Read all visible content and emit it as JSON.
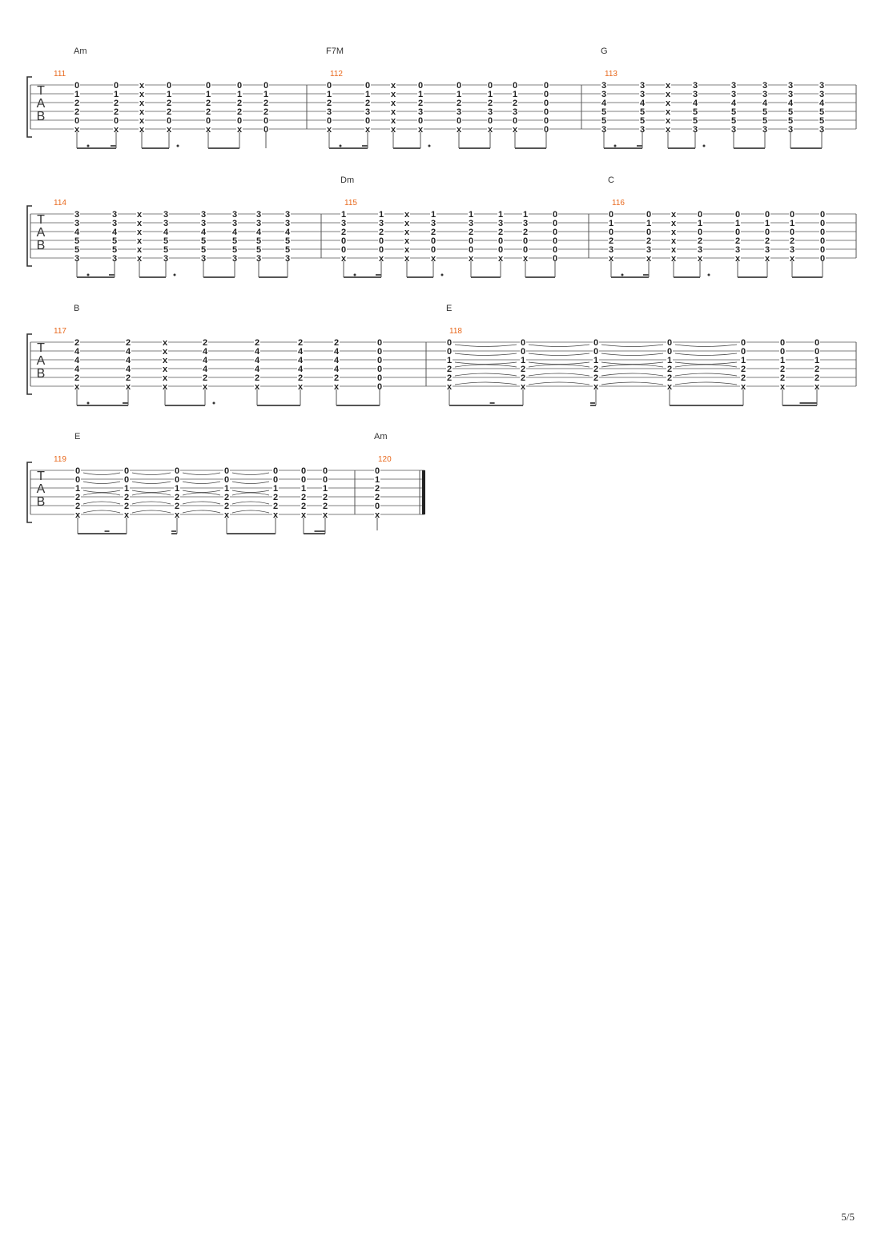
{
  "page": {
    "page_number": "5/5"
  },
  "tab_label": [
    "T",
    "A",
    "B"
  ],
  "systems": [
    {
      "bars": [
        {
          "number": "111",
          "chord": "Am",
          "beams": "std",
          "cols": [
            [
              "0",
              "1",
              "2",
              "2",
              "0",
              "x"
            ],
            [
              "0",
              "1",
              "2",
              "2",
              "0",
              "x"
            ],
            [
              "x",
              "x",
              "x",
              "x",
              "x",
              "x"
            ],
            [
              "0",
              "1",
              "2",
              "2",
              "0",
              "x"
            ],
            [
              "0",
              "1",
              "2",
              "2",
              "0",
              "x"
            ],
            [
              "0",
              "1",
              "2",
              "2",
              "0",
              "x"
            ],
            [
              "0",
              "1",
              "2",
              "2",
              "0",
              "0"
            ]
          ]
        },
        {
          "number": "112",
          "chord": "F7M",
          "beams": "std",
          "cols": [
            [
              "0",
              "1",
              "2",
              "3",
              "0",
              "x"
            ],
            [
              "0",
              "1",
              "2",
              "3",
              "0",
              "x"
            ],
            [
              "x",
              "x",
              "x",
              "x",
              "x",
              "x"
            ],
            [
              "0",
              "1",
              "2",
              "3",
              "0",
              "x"
            ],
            [
              "0",
              "1",
              "2",
              "3",
              "0",
              "x"
            ],
            [
              "0",
              "1",
              "2",
              "3",
              "0",
              "x"
            ],
            [
              "0",
              "1",
              "2",
              "3",
              "0",
              "x"
            ],
            [
              "0",
              "0",
              "0",
              "0",
              "0",
              "0"
            ]
          ]
        },
        {
          "number": "113",
          "chord": "G",
          "beams": "std",
          "cols": [
            [
              "3",
              "3",
              "4",
              "5",
              "5",
              "3"
            ],
            [
              "3",
              "3",
              "4",
              "5",
              "5",
              "3"
            ],
            [
              "x",
              "x",
              "x",
              "x",
              "x",
              "x"
            ],
            [
              "3",
              "3",
              "4",
              "5",
              "5",
              "3"
            ],
            [
              "3",
              "3",
              "4",
              "5",
              "5",
              "3"
            ],
            [
              "3",
              "3",
              "4",
              "5",
              "5",
              "3"
            ],
            [
              "3",
              "3",
              "4",
              "5",
              "5",
              "3"
            ],
            [
              "3",
              "3",
              "4",
              "5",
              "5",
              "3"
            ]
          ]
        }
      ]
    },
    {
      "bars": [
        {
          "number": "114",
          "chord": "",
          "beams": "std",
          "cols": [
            [
              "3",
              "3",
              "4",
              "5",
              "5",
              "3"
            ],
            [
              "3",
              "3",
              "4",
              "5",
              "5",
              "3"
            ],
            [
              "x",
              "x",
              "x",
              "x",
              "x",
              "x"
            ],
            [
              "3",
              "3",
              "4",
              "5",
              "5",
              "3"
            ],
            [
              "3",
              "3",
              "4",
              "5",
              "5",
              "3"
            ],
            [
              "3",
              "3",
              "4",
              "5",
              "5",
              "3"
            ],
            [
              "3",
              "3",
              "4",
              "5",
              "5",
              "3"
            ],
            [
              "3",
              "3",
              "4",
              "5",
              "5",
              "3"
            ]
          ]
        },
        {
          "number": "115",
          "chord": "Dm",
          "beams": "std",
          "cols": [
            [
              "1",
              "3",
              "2",
              "0",
              "0",
              "x"
            ],
            [
              "1",
              "3",
              "2",
              "0",
              "0",
              "x"
            ],
            [
              "x",
              "x",
              "x",
              "x",
              "x",
              "x"
            ],
            [
              "1",
              "3",
              "2",
              "0",
              "0",
              "x"
            ],
            [
              "1",
              "3",
              "2",
              "0",
              "0",
              "x"
            ],
            [
              "1",
              "3",
              "2",
              "0",
              "0",
              "x"
            ],
            [
              "1",
              "3",
              "2",
              "0",
              "0",
              "x"
            ],
            [
              "0",
              "0",
              "0",
              "0",
              "0",
              "0"
            ]
          ]
        },
        {
          "number": "116",
          "chord": "C",
          "beams": "std",
          "cols": [
            [
              "0",
              "1",
              "0",
              "2",
              "3",
              "x"
            ],
            [
              "0",
              "1",
              "0",
              "2",
              "3",
              "x"
            ],
            [
              "x",
              "x",
              "x",
              "x",
              "x",
              "x"
            ],
            [
              "0",
              "1",
              "0",
              "2",
              "3",
              "x"
            ],
            [
              "0",
              "1",
              "0",
              "2",
              "3",
              "x"
            ],
            [
              "0",
              "1",
              "0",
              "2",
              "3",
              "x"
            ],
            [
              "0",
              "1",
              "0",
              "2",
              "3",
              "x"
            ],
            [
              "0",
              "0",
              "0",
              "0",
              "0",
              "0"
            ]
          ]
        }
      ]
    },
    {
      "bars": [
        {
          "number": "117",
          "chord": "B",
          "beams": "std",
          "cols": [
            [
              "2",
              "4",
              "4",
              "4",
              "2",
              "x"
            ],
            [
              "2",
              "4",
              "4",
              "4",
              "2",
              "x"
            ],
            [
              "x",
              "x",
              "x",
              "x",
              "x",
              "x"
            ],
            [
              "2",
              "4",
              "4",
              "4",
              "2",
              "x"
            ],
            [
              "2",
              "4",
              "4",
              "4",
              "2",
              "x"
            ],
            [
              "2",
              "4",
              "4",
              "4",
              "2",
              "x"
            ],
            [
              "2",
              "4",
              "4",
              "4",
              "2",
              "x"
            ],
            [
              "0",
              "0",
              "0",
              "0",
              "0",
              "0"
            ]
          ]
        },
        {
          "number": "118",
          "chord": "E",
          "beams": "alt",
          "cols": [
            [
              "0",
              "0",
              "1",
              "2",
              "2",
              "x"
            ],
            [
              "0",
              "0",
              "1",
              "2",
              "2",
              "x"
            ],
            [
              "0",
              "0",
              "1",
              "2",
              "2",
              "x"
            ],
            [
              "0",
              "0",
              "1",
              "2",
              "2",
              "x"
            ],
            [
              "0",
              "0",
              "1",
              "2",
              "2",
              "x"
            ],
            [
              "0",
              "0",
              "1",
              "2",
              "2",
              "x"
            ],
            [
              "0",
              "0",
              "1",
              "2",
              "2",
              "x"
            ]
          ]
        }
      ]
    },
    {
      "bars": [
        {
          "number": "119",
          "chord": "E",
          "beams": "alt",
          "cols": [
            [
              "0",
              "0",
              "1",
              "2",
              "2",
              "x"
            ],
            [
              "0",
              "0",
              "1",
              "2",
              "2",
              "x"
            ],
            [
              "0",
              "0",
              "1",
              "2",
              "2",
              "x"
            ],
            [
              "0",
              "0",
              "1",
              "2",
              "2",
              "x"
            ],
            [
              "0",
              "0",
              "1",
              "2",
              "2",
              "x"
            ],
            [
              "0",
              "0",
              "1",
              "2",
              "2",
              "x"
            ],
            [
              "0",
              "0",
              "1",
              "2",
              "2",
              "x"
            ]
          ]
        },
        {
          "number": "120",
          "chord": "Am",
          "beams": "none",
          "cols": [
            [
              "0",
              "1",
              "2",
              "2",
              "0",
              "x"
            ]
          ]
        }
      ]
    }
  ]
}
